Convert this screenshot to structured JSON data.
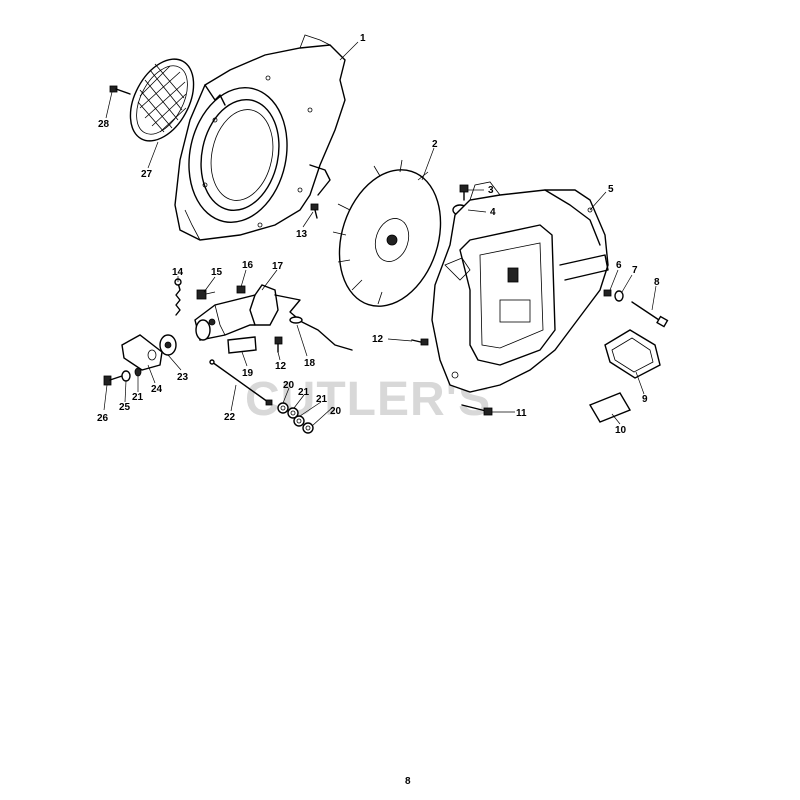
{
  "watermark": "CUTLER'S",
  "page_number": "8",
  "callouts": {
    "c1": "1",
    "c2": "2",
    "c3": "3",
    "c4": "4",
    "c5": "5",
    "c6": "6",
    "c7": "7",
    "c8": "8",
    "c9": "9",
    "c10": "10",
    "c11": "11",
    "c12a": "12",
    "c12b": "12",
    "c13": "13",
    "c14": "14",
    "c15": "15",
    "c16": "16",
    "c17": "17",
    "c18": "18",
    "c19": "19",
    "c20a": "20",
    "c20b": "20",
    "c21a": "21",
    "c21b": "21",
    "c21c": "21",
    "c22": "22",
    "c23": "23",
    "c24": "24",
    "c25": "25",
    "c26": "26",
    "c27": "27",
    "c28": "28"
  }
}
